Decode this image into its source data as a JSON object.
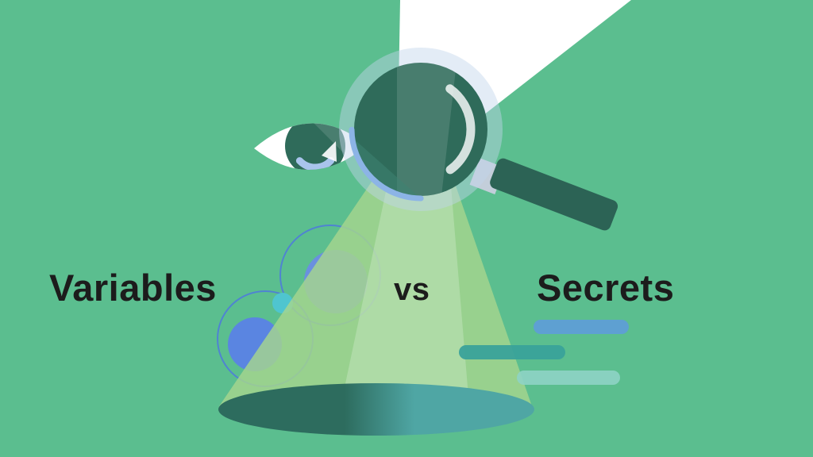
{
  "title": {
    "left": "Variables",
    "separator": "vs",
    "right": "Secrets"
  },
  "colors": {
    "background": "#5BBE8F",
    "beam": "#FFFFFF",
    "cone": "#A6D58D",
    "base_dark": "#2D6C5E",
    "base_light": "#4FA6A4",
    "lens": "#2F6B5A",
    "handle": "#2C6355",
    "collar": "#C3CEDA",
    "iris": "#2F6B5A",
    "ring_blue": "#4E79DE",
    "circle_blue": "#6C8DE4",
    "circle_blue_alt": "#5B82E6",
    "dot_teal": "#4FC5CF",
    "bar_blue": "#5F9ED6",
    "bar_teal": "#3AA29A",
    "bar_light": "#8ED3C5",
    "text": "#1C1C1C"
  },
  "icons": [
    "eye-icon",
    "magnifier-icon",
    "spotlight-cone-icon",
    "orbit-circles-icon",
    "redacted-bars-icon",
    "light-beam-icon"
  ]
}
